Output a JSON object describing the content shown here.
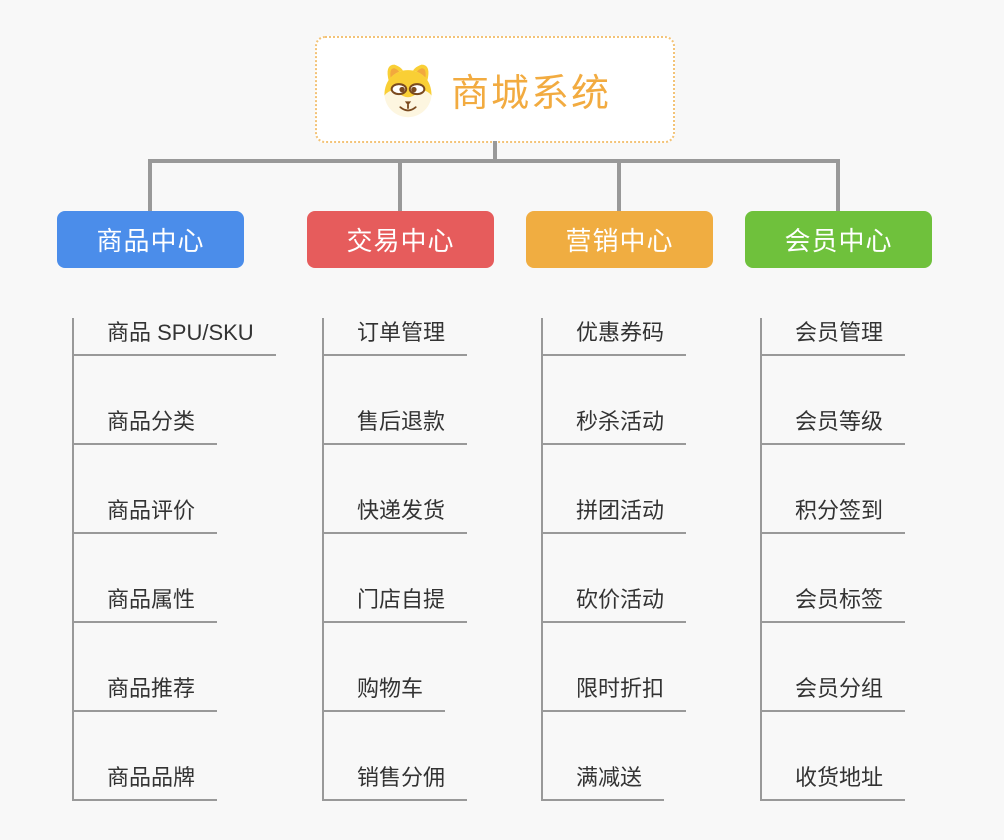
{
  "root": {
    "title": "商城系统",
    "icon": "doge-icon",
    "title_color": "#f2ab40",
    "border_color": "#f3c377"
  },
  "colors": {
    "background": "#f8f8f8",
    "connector": "#999999",
    "item_text": "#333333"
  },
  "branches": [
    {
      "label": "商品中心",
      "color": "#4b8dea",
      "items": [
        "商品 SPU/SKU",
        "商品分类",
        "商品评价",
        "商品属性",
        "商品推荐",
        "商品品牌"
      ]
    },
    {
      "label": "交易中心",
      "color": "#e65c5c",
      "items": [
        "订单管理",
        "售后退款",
        "快递发货",
        "门店自提",
        "购物车",
        "销售分佣"
      ]
    },
    {
      "label": "营销中心",
      "color": "#f0ad41",
      "items": [
        "优惠券码",
        "秒杀活动",
        "拼团活动",
        "砍价活动",
        "限时折扣",
        "满减送"
      ]
    },
    {
      "label": "会员中心",
      "color": "#6fc13c",
      "items": [
        "会员管理",
        "会员等级",
        "积分签到",
        "会员标签",
        "会员分组",
        "收货地址"
      ]
    }
  ]
}
